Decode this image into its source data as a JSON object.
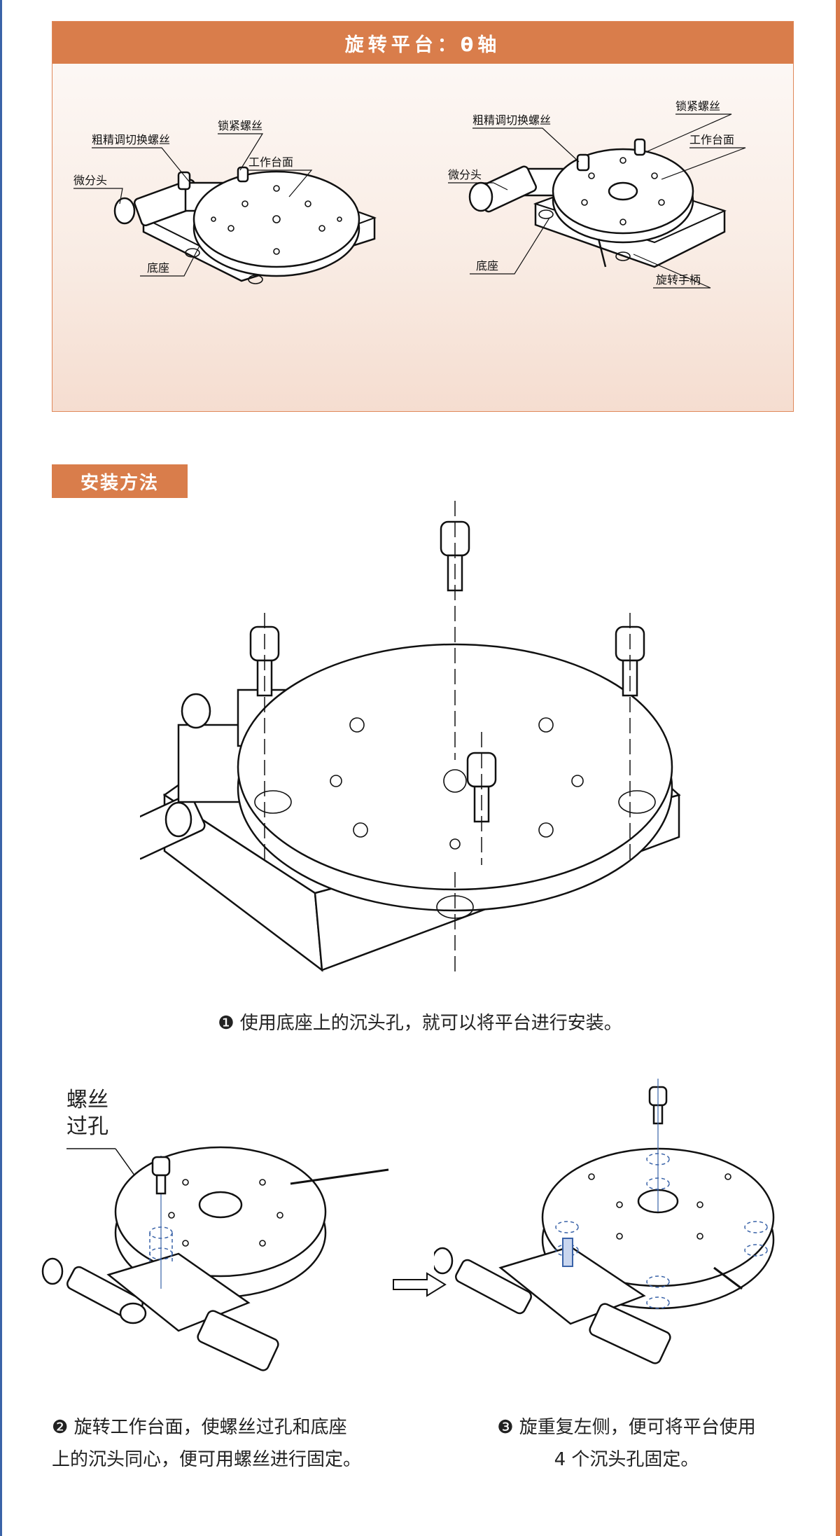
{
  "section1": {
    "title": "旋转平台：θ轴",
    "left_labels": {
      "coarse_fine": "粗精调切换螺丝",
      "lock": "锁紧螺丝",
      "table": "工作台面",
      "micrometer": "微分头",
      "base": "底座"
    },
    "right_labels": {
      "lock": "锁紧螺丝",
      "coarse_fine": "粗精调切换螺丝",
      "table": "工作台面",
      "micrometer": "微分头",
      "base": "底座",
      "handle": "旋转手柄"
    }
  },
  "section2": {
    "title": "安装方法",
    "step1": "❶ 使用底座上的沉头孔，就可以将平台进行安装。",
    "hole_label_line1": "螺丝",
    "hole_label_line2": "过孔",
    "step2_line1": "❷ 旋转工作台面，使螺丝过孔和底座",
    "step2_line2": "上的沉头同心，便可用螺丝进行固定。",
    "step3_line1": "❸ 旋重复左侧，便可将平台使用",
    "step3_line2": "4 个沉头孔固定。"
  },
  "colors": {
    "accent": "#d97d4b",
    "frame_left": "#3a63a8",
    "hidden_lines": "#3a63a8"
  }
}
